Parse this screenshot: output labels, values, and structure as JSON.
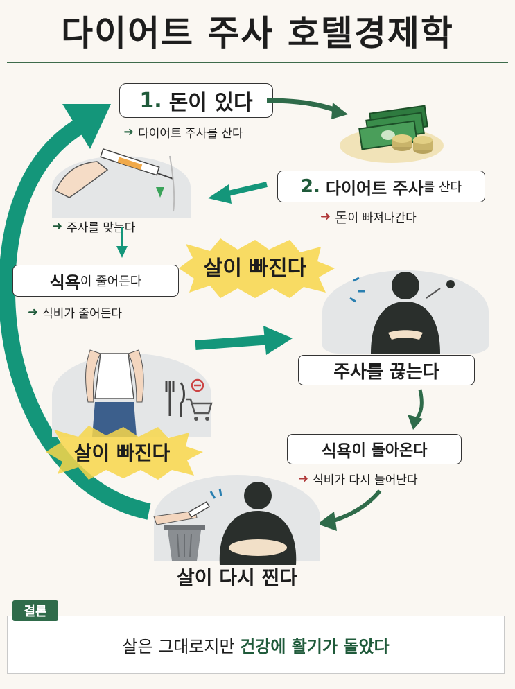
{
  "title": "다이어트 주사 호텔경제학",
  "steps": {
    "s1": {
      "num": "1.",
      "label": "돈이 있다",
      "sub": "다이어트 주사를 산다"
    },
    "s2": {
      "num": "2.",
      "strong": "다이어트 주사",
      "rest": "를 산다",
      "sub_a": "돈",
      "sub_b": "이 빠져나간다"
    },
    "inject_sub": "주사를 맞는다",
    "appetite": {
      "strong": "식욕",
      "rest": "이 줄어든다",
      "sub": "식비가 줄어든다"
    },
    "burst_top": "살이 빠진다",
    "stop": "주사를 끊는다",
    "appetite_back": {
      "strong": "식욕",
      "rest": "이 돌아온다",
      "sub": "식비가 다시 늘어난다"
    },
    "burst_left": "살이 빠진다",
    "regain": "살이 다시 찐다"
  },
  "conclusion": {
    "tag": "결론",
    "part1": "살은 그대로지만 ",
    "part2": "건강에 활기가 돌았다"
  },
  "colors": {
    "accent": "#2f6b4a",
    "teal": "#14967a",
    "warn": "#b03a3a",
    "burst": "#f7d64a"
  },
  "icons": [
    "money-icon",
    "syringe-icon",
    "person-icon",
    "fork-knife-icon",
    "cart-icon",
    "trash-can-icon"
  ]
}
